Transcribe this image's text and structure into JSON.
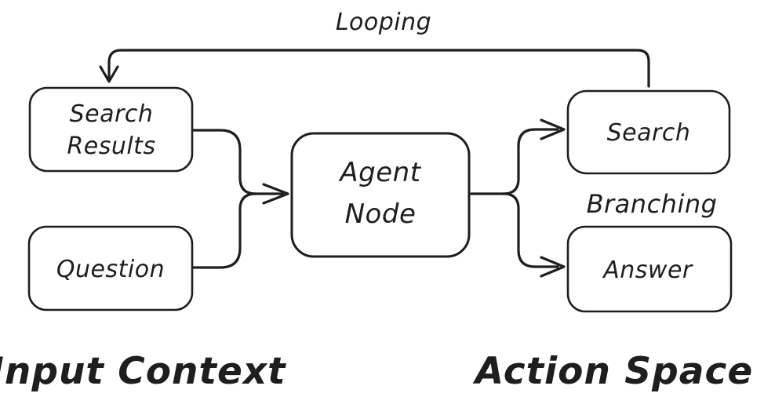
{
  "nodes": {
    "search_results": {
      "line1": "Search",
      "line2": "Results"
    },
    "question": {
      "label": "Question"
    },
    "agent_node": {
      "line1": "Agent",
      "line2": "Node"
    },
    "search": {
      "label": "Search"
    },
    "answer": {
      "label": "Answer"
    }
  },
  "annotations": {
    "looping": "Looping",
    "branching": "Branching"
  },
  "sections": {
    "input_context": "Input Context",
    "action_space": "Action Space"
  },
  "colors": {
    "ink": "#1e1e1e",
    "background": "#ffffff"
  }
}
